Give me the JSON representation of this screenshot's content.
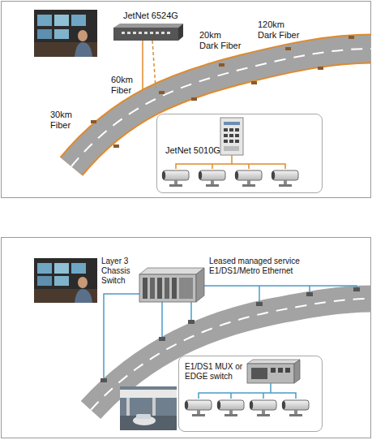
{
  "diagram": {
    "nodes": [
      {
        "text": [
          "JetNet 6524G"
        ]
      },
      {
        "text": [
          "JetNet 5010G"
        ]
      },
      {
        "text": [
          "Layer 3 Chassis Switch"
        ]
      },
      {
        "text": [
          "E1/DS1 MUX or EDGE switch"
        ]
      }
    ],
    "labels": [
      "120km Dark Fiber",
      "20km Dark Fiber",
      "60km Fiber",
      "30km Fiber",
      "Leased managed service E1/DS1/Metro Ethernet"
    ]
  }
}
